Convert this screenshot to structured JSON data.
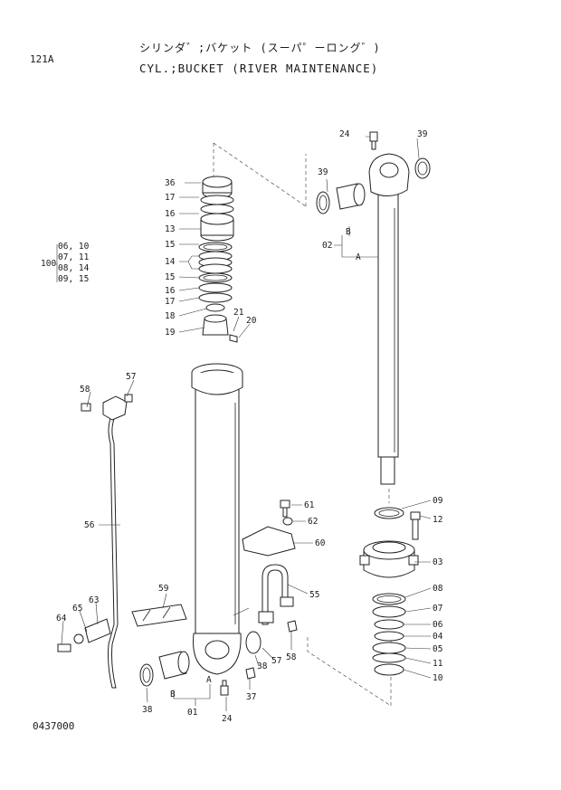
{
  "header": {
    "page_code": "121A",
    "title_jp": "シリンダ゛;バケット (スーパ゜ーロング゛)",
    "title_en": "CYL.;BUCKET (RIVER MAINTENANCE)"
  },
  "footer": {
    "drawing_no": "0437000"
  },
  "group_100": {
    "label": "100",
    "line1": "06, 10",
    "line2": "07, 11",
    "line3": "08, 14",
    "line4": "09, 15"
  },
  "callouts": {
    "p24_top": "24",
    "p39_right": "39",
    "p39_left": "39",
    "p02": "02",
    "pB_top": "B",
    "pA_top": "A",
    "p36": "36",
    "p17a": "17",
    "p16a": "16",
    "p13": "13",
    "p15a": "15",
    "p14": "14",
    "p15b": "15",
    "p16b": "16",
    "p17b": "17",
    "p18": "18",
    "p19": "19",
    "p21": "21",
    "p20": "20",
    "p57a": "57",
    "p58a": "58",
    "p56": "56",
    "p61": "61",
    "p62": "62",
    "p60": "60",
    "p55": "55",
    "p59": "59",
    "p63": "63",
    "p65": "65",
    "p64": "64",
    "p38a": "38",
    "p57b": "57",
    "p58b": "58",
    "p38b": "38",
    "pB_bot": "B",
    "pA_bot": "A",
    "p01": "01",
    "p37": "37",
    "p24_bot": "24",
    "p09": "09",
    "p12": "12",
    "p03": "03",
    "p08": "08",
    "p07": "07",
    "p06": "06",
    "p04": "04",
    "p05": "05",
    "p11": "11",
    "p10": "10"
  }
}
